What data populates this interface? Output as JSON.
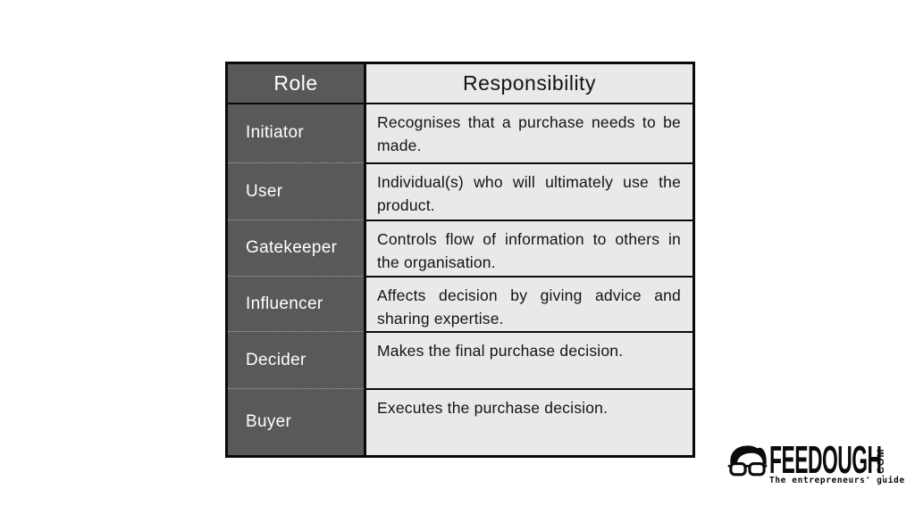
{
  "table": {
    "columns": [
      "Role",
      "Responsibility"
    ],
    "rows": [
      {
        "role": "Initiator",
        "responsibility": "Recognises that a purchase needs to be made."
      },
      {
        "role": "User",
        "responsibility": "Individual(s) who will ultimately use the product."
      },
      {
        "role": "Gatekeeper",
        "responsibility": "Controls flow of information to others in the organisation."
      },
      {
        "role": "Influencer",
        "responsibility": "Affects decision by giving advice and sharing expertise."
      },
      {
        "role": "Decider",
        "responsibility": "Makes the final purchase decision."
      },
      {
        "role": "Buyer",
        "responsibility": "Executes the purchase decision."
      }
    ]
  },
  "logo": {
    "brand": "FEEDOUGH",
    "tld": ".COM",
    "tagline": "The entrepreneurs' guide",
    "icon": "nerd-face-icon"
  },
  "colors": {
    "dark_cell": "#59595b",
    "light_cell": "#e9e9e9",
    "border": "#0a0a0a",
    "role_text": "#ffffff",
    "body_text": "#141414",
    "page_bg": "#ffffff",
    "logo": "#0b0b0b"
  }
}
